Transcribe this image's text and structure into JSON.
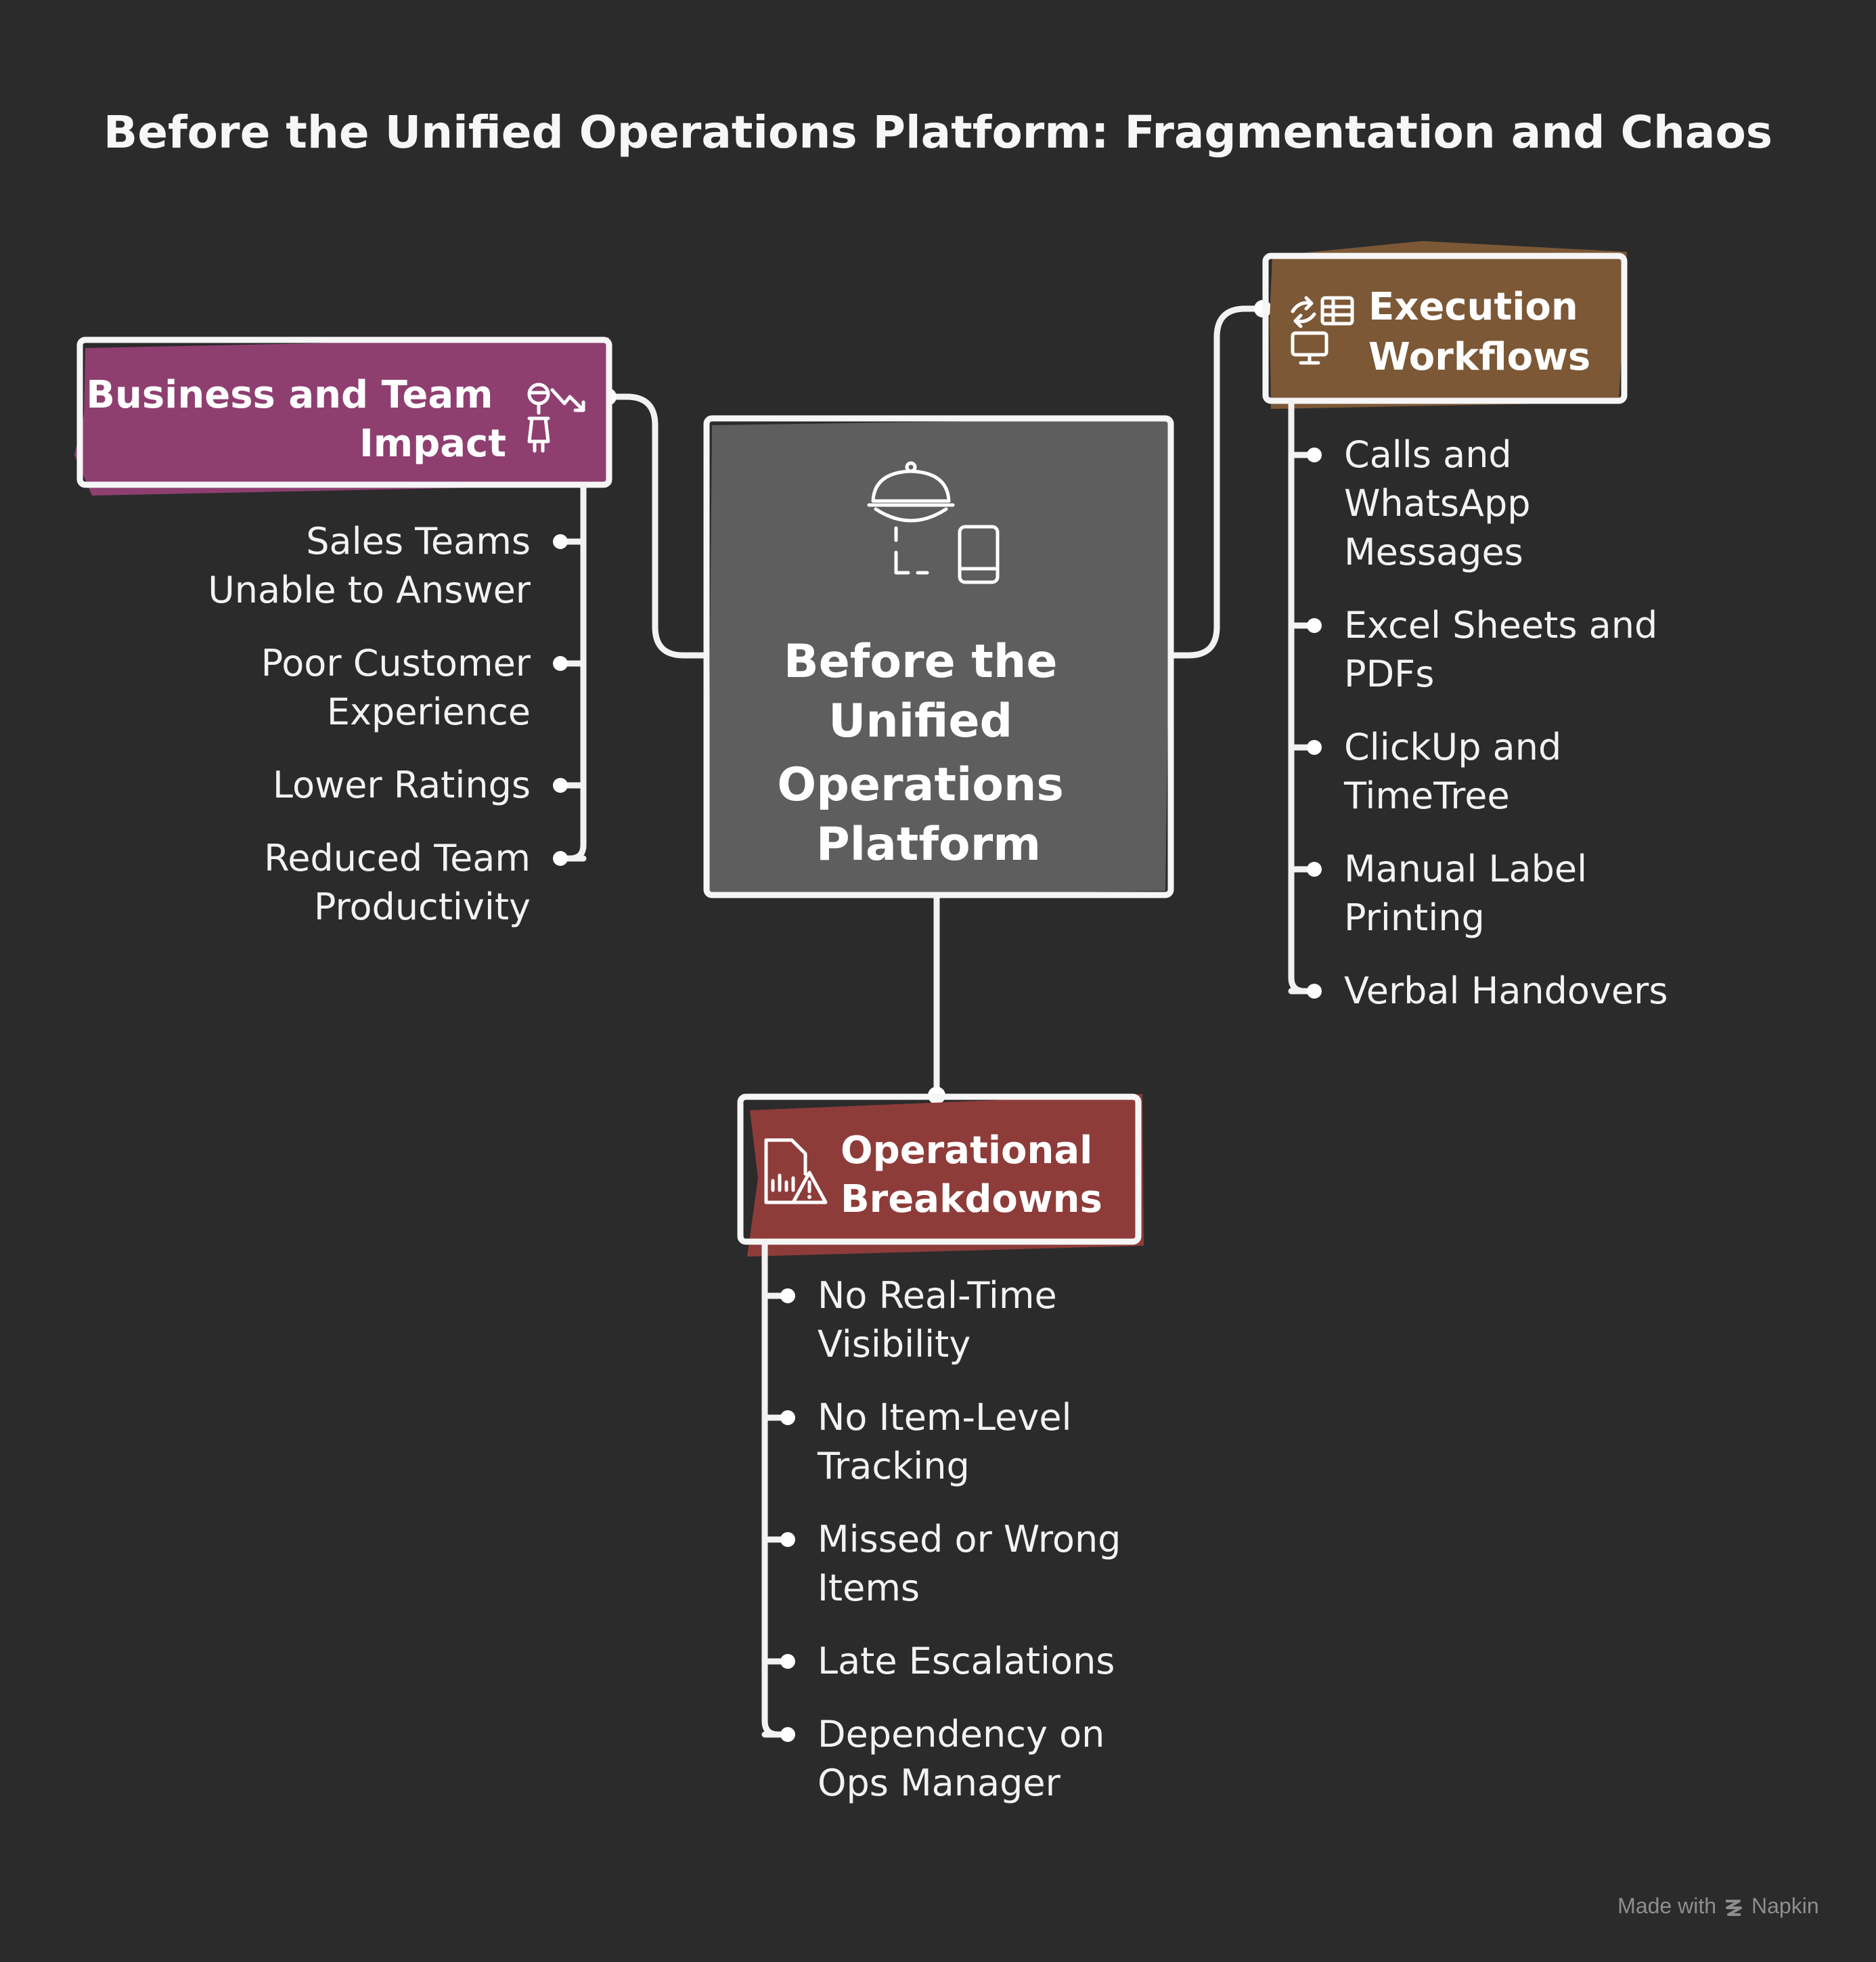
{
  "title": "Before the Unified Operations Platform: Fragmentation and Chaos",
  "center": {
    "lines": [
      "Before the",
      "Unified",
      "Operations",
      "Platform"
    ],
    "icon": "food-cloche-phone-icon",
    "fill_color": "#5e5e5e"
  },
  "business": {
    "lines": [
      "Business and Team",
      "Impact"
    ],
    "icon": "person-decline-icon",
    "fill_color": "#8e3f70",
    "items": [
      [
        "Sales Teams",
        "Unable to Answer"
      ],
      [
        "Poor Customer",
        "Experience"
      ],
      [
        "Lower Ratings"
      ],
      [
        "Reduced Team",
        "Productivity"
      ]
    ]
  },
  "execution": {
    "lines": [
      "Execution",
      "Workflows"
    ],
    "icon": "sync-sheet-monitor-icon",
    "fill_color": "#7c5836",
    "items": [
      [
        "Calls and",
        "WhatsApp",
        "Messages"
      ],
      [
        "Excel Sheets and",
        "PDFs"
      ],
      [
        "ClickUp and",
        "TimeTree"
      ],
      [
        "Manual Label",
        "Printing"
      ],
      [
        "Verbal Handovers"
      ]
    ]
  },
  "operational": {
    "lines": [
      "Operational",
      "Breakdowns"
    ],
    "icon": "report-warning-icon",
    "fill_color": "#8e3c3a",
    "items": [
      [
        "No Real-Time",
        "Visibility"
      ],
      [
        "No Item-Level",
        "Tracking"
      ],
      [
        "Missed or Wrong",
        "Items"
      ],
      [
        "Late Escalations"
      ],
      [
        "Dependency on",
        "Ops Manager"
      ]
    ]
  },
  "credit": {
    "prefix": "Made with",
    "brand": "Napkin",
    "icon": "napkin-logo-icon"
  },
  "colors": {
    "background": "#2b2b2b",
    "line": "#f2f2f2"
  }
}
